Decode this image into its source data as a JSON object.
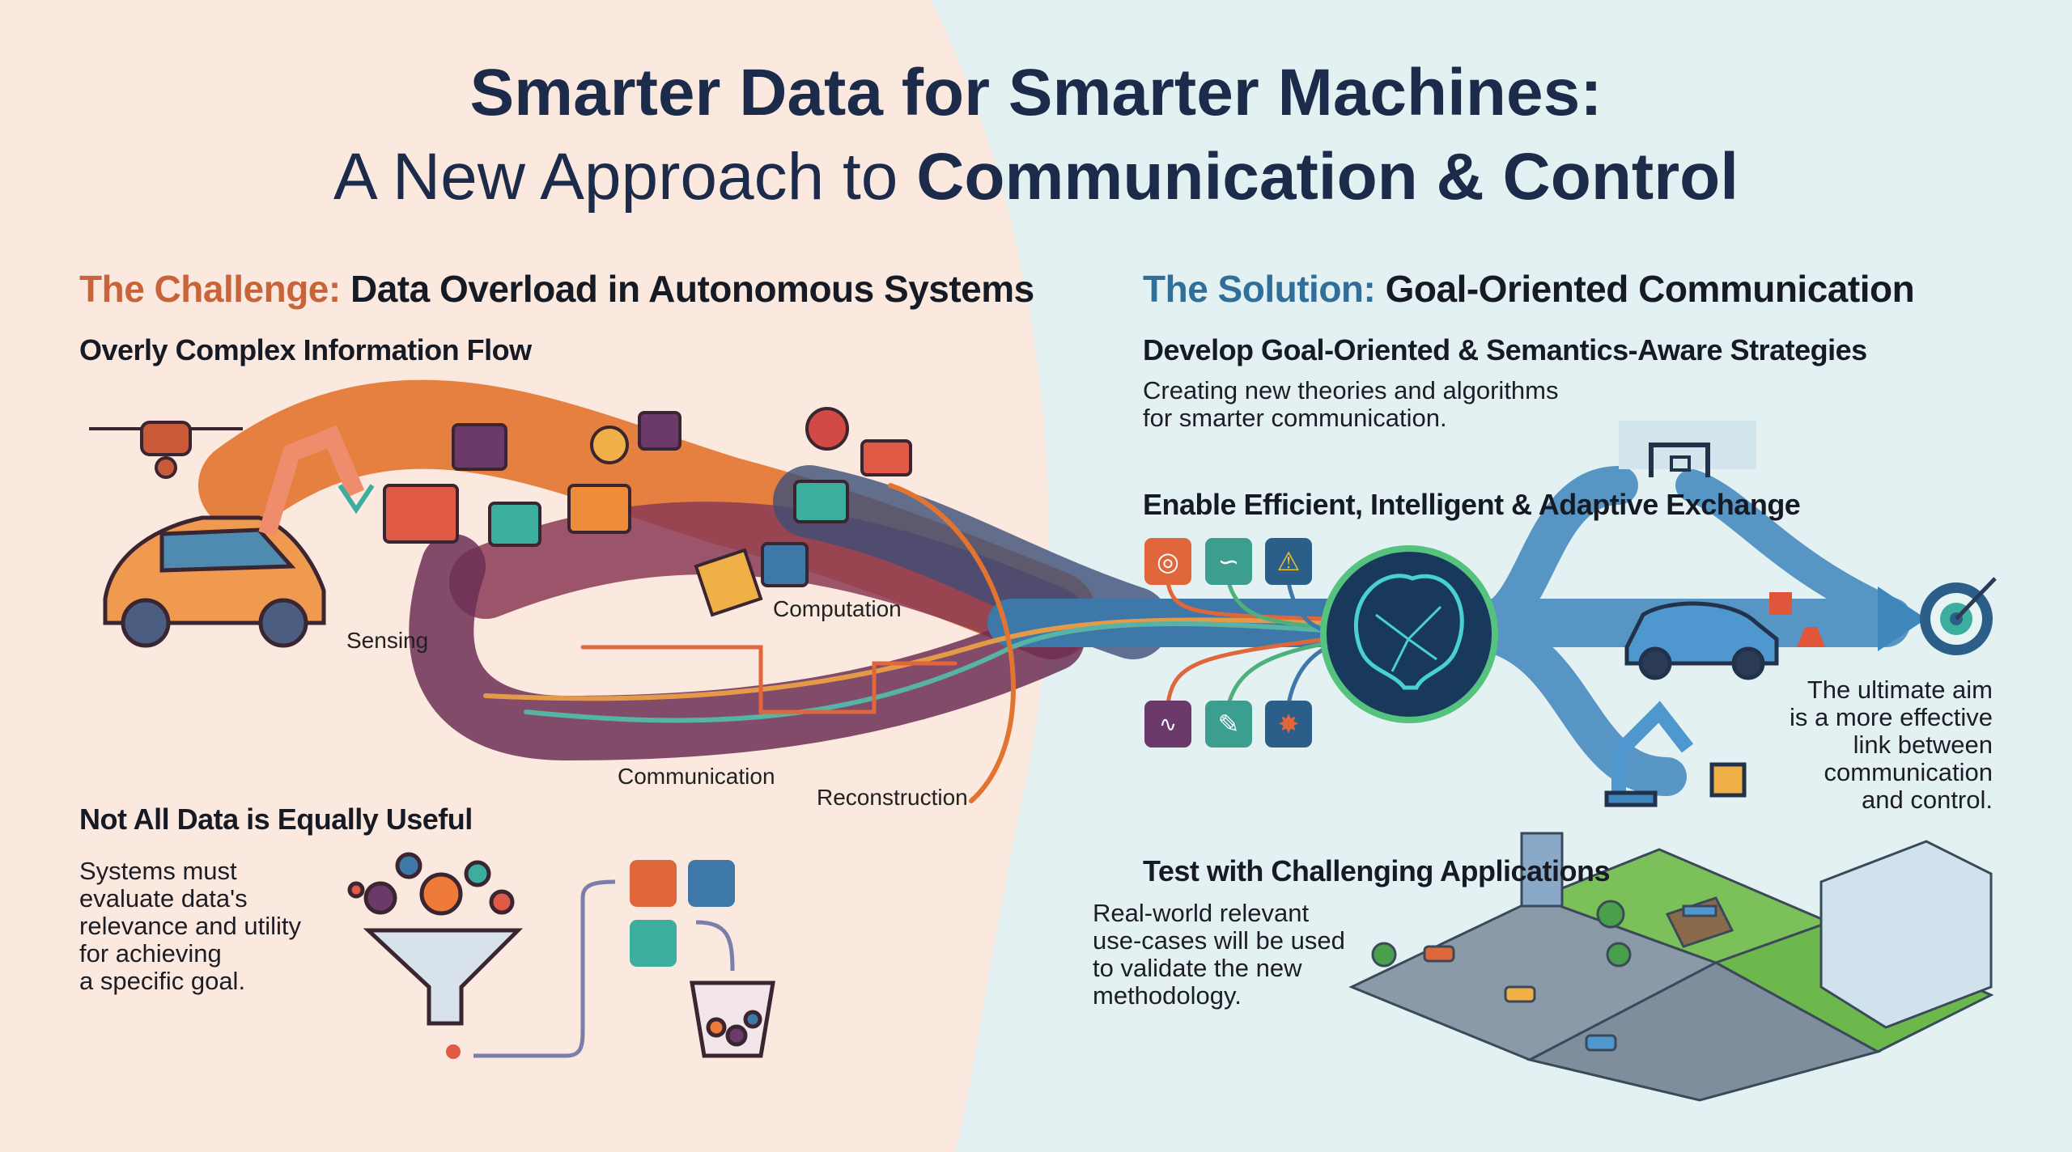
{
  "title": {
    "line1": "Smarter Data for Smarter Machines:",
    "line2_plain": "A New Approach to ",
    "line2_bold": "Communication & Control"
  },
  "challenge": {
    "prefix": "The Challenge:",
    "heading": "Data Overload in Autonomous Systems",
    "flow_title": "Overly Complex Information Flow",
    "stages": {
      "sensing": "Sensing",
      "computation": "Computation",
      "communication": "Communication",
      "reconstruction": "Reconstruction"
    },
    "useful_title": "Not All Data is Equally Useful",
    "useful_body": [
      "Systems must",
      "evaluate data's",
      "relevance and utility",
      "for achieving",
      "a specific goal."
    ]
  },
  "solution": {
    "prefix": "The Solution:",
    "heading": "Goal-Oriented Communication",
    "develop_title": "Develop Goal-Oriented & Semantics-Aware Strategies",
    "develop_body": [
      "Creating new theories and algorithms",
      "for smarter communication."
    ],
    "enable_title": "Enable Efficient, Intelligent & Adaptive Exchange",
    "aim_body": [
      "The ultimate aim",
      "is a more effective",
      "link between",
      "communication",
      "and control."
    ],
    "test_title": "Test with Challenging Applications",
    "test_body": [
      "Real-world relevant",
      "use-cases will be used",
      "to validate the new",
      "methodology."
    ]
  },
  "colors": {
    "challenge_accent": "#c8643a",
    "solution_accent": "#2f6f9a",
    "title": "#1c2b4a",
    "left_bg": "#fbe8de",
    "right_bg": "#e4f1f3"
  }
}
